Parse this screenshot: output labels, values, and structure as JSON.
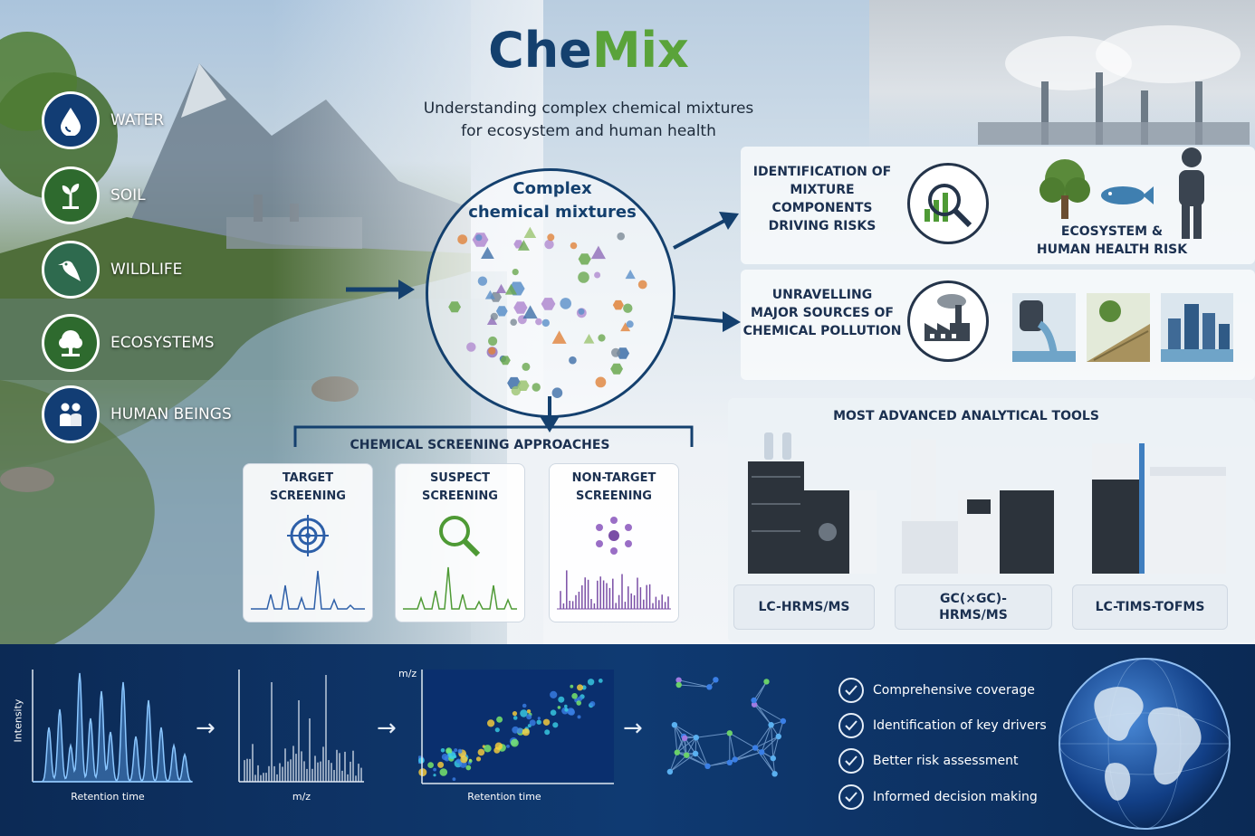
{
  "brand": {
    "title_part1": "Che",
    "title_part2": "Mix",
    "subtitle_line1": "Understanding complex chemical mixtures",
    "subtitle_line2": "for ecosystem and human health"
  },
  "resources": [
    {
      "label": "WATER",
      "icon": "water-drop-icon"
    },
    {
      "label": "SOIL",
      "icon": "sprout-icon"
    },
    {
      "label": "WILDLIFE",
      "icon": "bird-icon"
    },
    {
      "label": "ECOSYSTEMS",
      "icon": "tree-icon"
    },
    {
      "label": "HUMAN BEINGS",
      "icon": "people-icon"
    }
  ],
  "mixture": {
    "title_line1": "Complex",
    "title_line2": "chemical mixtures"
  },
  "outcomes": {
    "identification_line1": "IDENTIFICATION OF",
    "identification_line2": "MIXTURE COMPONENTS",
    "identification_line3": "DRIVING RISKS",
    "risk_line1": "ECOSYSTEM &",
    "risk_line2": "HUMAN HEALTH RISK",
    "sources_line1": "UNRAVELLING",
    "sources_line2": "MAJOR SOURCES OF",
    "sources_line3": "CHEMICAL POLLUTION"
  },
  "screening": {
    "title": "CHEMICAL SCREENING APPROACHES",
    "cards": [
      {
        "line1": "TARGET",
        "line2": "SCREENING",
        "icon": "target-icon",
        "color": "#2d5fa8"
      },
      {
        "line1": "SUSPECT",
        "line2": "SCREENING",
        "icon": "magnifier-icon",
        "color": "#4e9a35"
      },
      {
        "line1": "NON-TARGET",
        "line2": "SCREENING",
        "icon": "network-icon",
        "color": "#7a4ea6"
      }
    ]
  },
  "tools": {
    "title": "MOST ADVANCED ANALYTICAL TOOLS",
    "items": [
      {
        "label": "LC-HRMS/MS"
      },
      {
        "label_line1": "GC(×GC)-",
        "label_line2": "HRMS/MS"
      },
      {
        "label": "LC-TIMS-TOFMS"
      }
    ]
  },
  "workflow": {
    "chart1_ylabel": "Intensity",
    "chart1_xlabel": "Retention time",
    "chart2_xlabel": "m/z",
    "chart3_ylabel": "m/z",
    "chart3_xlabel": "Retention time",
    "arrow": "→"
  },
  "benefits": [
    "Comprehensive coverage",
    "Identification of key drivers",
    "Better risk assessment",
    "Informed decision making"
  ],
  "colors": {
    "navy": "#14406e",
    "green": "#5aa33a",
    "purple": "#7a4ea6",
    "blue": "#2d5fa8"
  }
}
